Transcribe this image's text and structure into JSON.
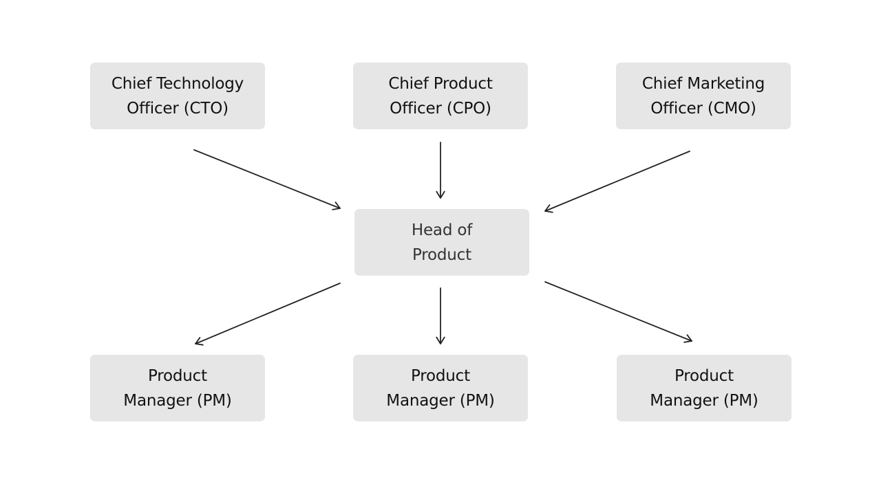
{
  "diagram": {
    "background": "#ffffff",
    "box_color": "#e6e6e6",
    "line_color": "#222222",
    "nodes": {
      "cto": {
        "label": "Chief Technology\nOfficer (CTO)"
      },
      "cpo": {
        "label": "Chief Product\nOfficer (CPO)"
      },
      "cmo": {
        "label": "Chief Marketing\nOfficer (CMO)"
      },
      "head": {
        "label": "Head of\n Product"
      },
      "pm1": {
        "label": "Product\nManager (PM)"
      },
      "pm2": {
        "label": "Product\nManager (PM)"
      },
      "pm3": {
        "label": "Product\nManager (PM)"
      }
    },
    "edges": [
      {
        "from": "cto",
        "to": "head"
      },
      {
        "from": "cpo",
        "to": "head"
      },
      {
        "from": "cmo",
        "to": "head"
      },
      {
        "from": "head",
        "to": "pm1"
      },
      {
        "from": "head",
        "to": "pm2"
      },
      {
        "from": "head",
        "to": "pm3"
      }
    ]
  }
}
